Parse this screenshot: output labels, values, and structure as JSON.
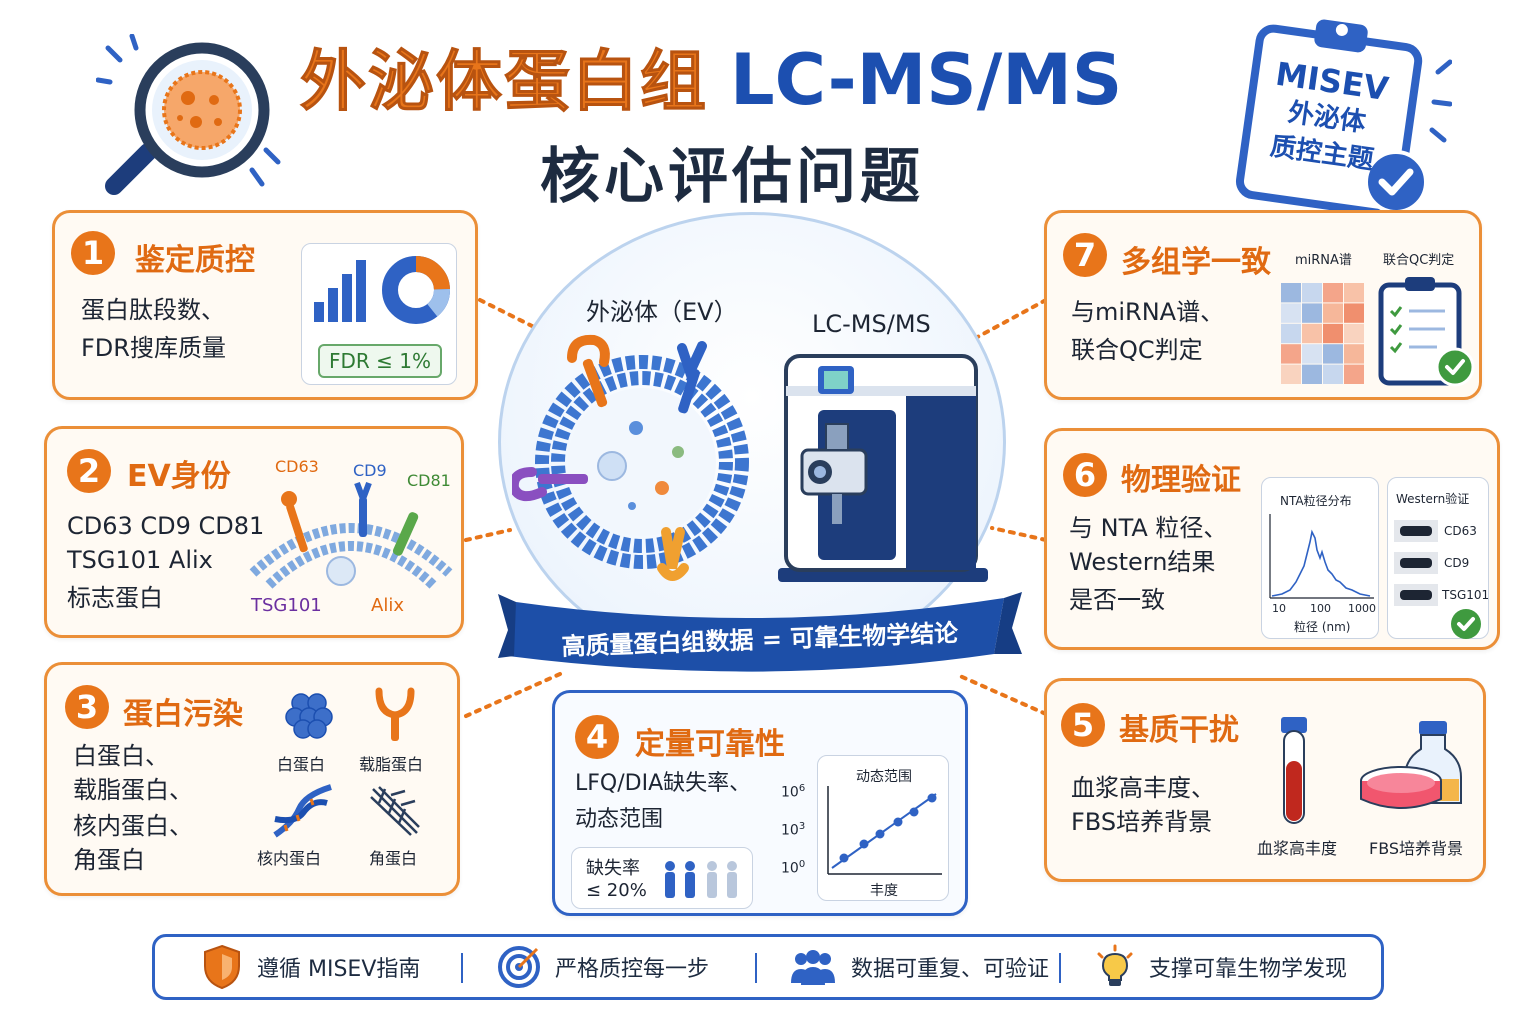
{
  "title": {
    "cn": "外泌体蛋白组",
    "en": "LC-MS/MS",
    "subtitle": "核心评估问题"
  },
  "clipboard": {
    "line1": "MISEV",
    "line2": "外泌体",
    "line3": "质控主题"
  },
  "center": {
    "ev_label": "外泌体（EV）",
    "ms_label": "LC-MS/MS",
    "banner": "高质量蛋白组数据 = 可靠生物学结论"
  },
  "cards": {
    "c1": {
      "num": "1",
      "title": "鉴定质控",
      "desc1": "蛋白肽段数、",
      "desc2": "FDR搜库质量",
      "fdr": "FDR ≤ 1%"
    },
    "c2": {
      "num": "2",
      "title": "EV身份",
      "desc1": "CD63  CD9  CD81",
      "desc2": "TSG101  Alix",
      "desc3": "标志蛋白",
      "markers": {
        "cd63": "CD63",
        "cd9": "CD9",
        "cd81": "CD81",
        "tsg101": "TSG101",
        "alix": "Alix"
      }
    },
    "c3": {
      "num": "3",
      "title": "蛋白污染",
      "desc1": "白蛋白、",
      "desc2": "载脂蛋白、",
      "desc3": "核内蛋白、",
      "desc4": "角蛋白",
      "icons": {
        "albumin": "白蛋白",
        "apo": "载脂蛋白",
        "nuclear": "核内蛋白",
        "keratin": "角蛋白"
      }
    },
    "c4": {
      "num": "4",
      "title": "定量可靠性",
      "desc1": "LFQ/DIA缺失率、",
      "desc2": "动态范围",
      "missing_label": "缺失率",
      "missing_value": "≤ 20%",
      "chart_title": "动态范围",
      "chart_xlabel": "丰度",
      "ticks": {
        "t1": "10",
        "t1sup": "6",
        "t2": "10",
        "t2sup": "3",
        "t3": "10",
        "t3sup": "0"
      }
    },
    "c5": {
      "num": "5",
      "title": "基质干扰",
      "desc1": "血浆高丰度、",
      "desc2": "FBS培养背景",
      "label1": "血浆高丰度",
      "label2": "FBS培养背景"
    },
    "c6": {
      "num": "6",
      "title": "物理验证",
      "desc1": "与 NTA 粒径、",
      "desc2": "Western结果",
      "desc3": "是否一致",
      "nta_title": "NTA粒径分布",
      "nta_x1": "10",
      "nta_x2": "100",
      "nta_x3": "1000",
      "nta_xlabel": "粒径 (nm)",
      "wb_title": "Western验证",
      "wb1": "CD63",
      "wb2": "CD9",
      "wb3": "TSG101"
    },
    "c7": {
      "num": "7",
      "title": "多组学一致",
      "desc1": "与miRNA谱、",
      "desc2": "联合QC判定",
      "label1": "miRNA谱",
      "label2": "联合QC判定"
    }
  },
  "heatmap": {
    "colors": [
      [
        "#9cb8e0",
        "#c7d7ee",
        "#f4a58a",
        "#f8c2a8"
      ],
      [
        "#d7e2f2",
        "#9cb8e0",
        "#f6b79a",
        "#f08f6e"
      ],
      [
        "#c7d7ee",
        "#f8c2a8",
        "#f08f6e",
        "#f9d3bf"
      ],
      [
        "#f4a58a",
        "#d7e2f2",
        "#9cb8e0",
        "#f6b79a"
      ],
      [
        "#f9d3bf",
        "#9cb8e0",
        "#c7d7ee",
        "#f4a58a"
      ]
    ]
  },
  "bottom": {
    "i1": "遵循 MISEV指南",
    "i2": "严格质控每一步",
    "i3": "数据可重复、可验证",
    "i4": "支撑可靠生物学发现"
  },
  "colors": {
    "orange": "#e8751a",
    "blue": "#2f62c4",
    "navy": "#1c4fb0"
  }
}
